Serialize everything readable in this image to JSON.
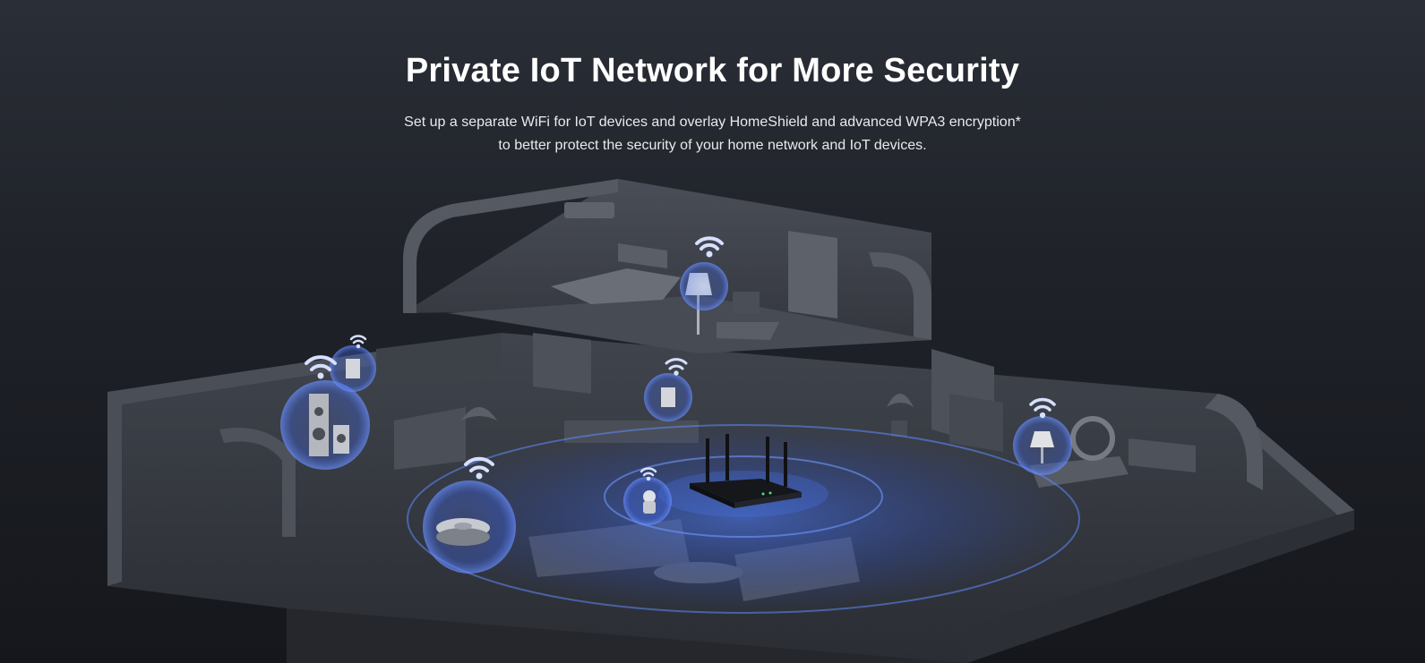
{
  "header": {
    "title": "Private IoT Network for More Security",
    "description_line1": "Set up a separate WiFi for IoT devices and overlay HomeShield and advanced WPA3 encryption*",
    "description_line2": "to better protect the security of your home network and IoT devices."
  },
  "illustration": {
    "icons": [
      "wifi-icon",
      "router-icon",
      "robot-vacuum-icon",
      "speaker-icon",
      "lamp-icon",
      "smart-switch-icon",
      "camera-icon"
    ],
    "colors": {
      "signal_blue": "#3d6cff",
      "house_gray": "#3b3f47",
      "background_dark": "#1b1e24"
    }
  }
}
